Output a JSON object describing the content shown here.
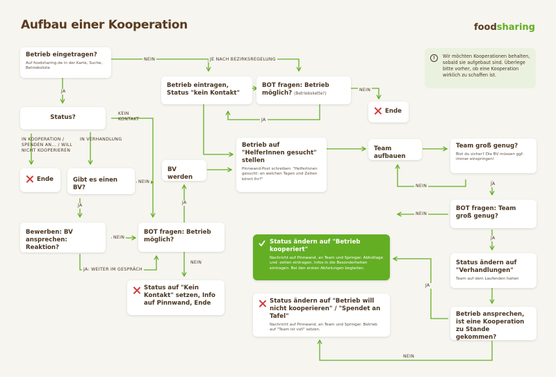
{
  "title": "Aufbau einer Kooperation",
  "logo": {
    "part1": "food",
    "part2": "sharing"
  },
  "info": "Wir möchten Kooperationen behalten, sobald sie aufgebaut sind. Überlege bitte vorher, ob eine Kooperation wirklich zu schaffen ist.",
  "nodes": {
    "betrieb_eingetragen": {
      "title": "Betrieb eingetragen?",
      "sub": "Auf foodsharing.de in der Karte, Suche, Betriebsliste"
    },
    "status": {
      "title": "Status?"
    },
    "ende1": {
      "title": "Ende"
    },
    "gibt_bv": {
      "title": "Gibt es einen BV?"
    },
    "bewerben": {
      "title": "Bewerben: BV ansprechen: Reaktion?"
    },
    "bot_fragen_betrieb1": {
      "title": "BOT fragen: Betrieb möglich?"
    },
    "status_kein_kontakt": {
      "title": "Status auf \"Kein Kontakt\" setzen, Info auf Pinnwand, Ende"
    },
    "bv_werden": {
      "title": "BV werden"
    },
    "betrieb_eintragen": {
      "title": "Betrieb eintragen, Status \"kein Kontakt\""
    },
    "bot_fragen_betrieb2": {
      "title": "BOT fragen: Betrieb möglich?",
      "sub": "(Betriebskette?)"
    },
    "ende2": {
      "title": "Ende"
    },
    "helfer": {
      "title": "Betrieb auf \"HelferInnen gesucht\" stellen",
      "sub": "Pinnwand-Post schreiben: \"HelferInnen gesucht: an welchen Tagen und Zeiten könnt ihr?\""
    },
    "team_aufbauen": {
      "title": "Team aufbauen"
    },
    "team_gross": {
      "title": "Team groß genug?",
      "sub": "Bist du sicher? Die BV müssen ggf. immer einspringen!"
    },
    "bot_team": {
      "title": "BOT fragen: Team groß genug?"
    },
    "verhandlungen": {
      "title": "Status ändern auf \"Verhandlungen\"",
      "sub": "Team auf dem Laufenden halten"
    },
    "ansprechen": {
      "title": "Betrieb ansprechen, ist eine Kooperation zu Stande gekommen?"
    },
    "kooperiert": {
      "title": "Status ändern auf \"Betrieb kooperiert\"",
      "sub": "Nachricht auf Pinnwand, an Team und Springer. Abholtage und -zeiten eintragen. Infos in die Besonderheiten eintragen. Bei den ersten Abholungen begleiten."
    },
    "will_nicht": {
      "title": "Status ändern auf \"Betrieb will nicht kooperieren\" / \"Spendet an Tafel\"",
      "sub": "Nachricht auf Pinnwand, an Team und Springer. Betrieb auf \"Team ist voll\" setzen."
    }
  },
  "labels": {
    "nein_top": "NEIN",
    "je_nach": "JE NACH BEZIRKSREGELUNG",
    "ja1": "JA",
    "ja_bot2": "JA",
    "nein_bot2": "NEIN",
    "kein_kontakt": "KEIN KONTAKT",
    "in_kooperation": "IN KOOPERATION / SPENDEN AN... / WILL NICHT KOOPERIEREN",
    "in_verhandlung": "IN VERHANDLUNG",
    "nein_bv": "NEIN",
    "ja_bv": "JA",
    "nein_bewerben": "NEIN",
    "ja_weiter": "JA: WEITER IM GESPRÄCH",
    "ja_bot1": "JA",
    "nein_bot1": "NEIN",
    "nein_team1": "NEIN",
    "ja_team": "JA",
    "nein_team2": "NEIN",
    "ja_bot_team": "JA",
    "ja_ansprechen": "JA",
    "nein_ansprechen": "NEIN"
  },
  "colors": {
    "green": "#64ae24",
    "brown": "#4a3521",
    "red": "#d23b3b",
    "background": "#f6f5f0"
  }
}
